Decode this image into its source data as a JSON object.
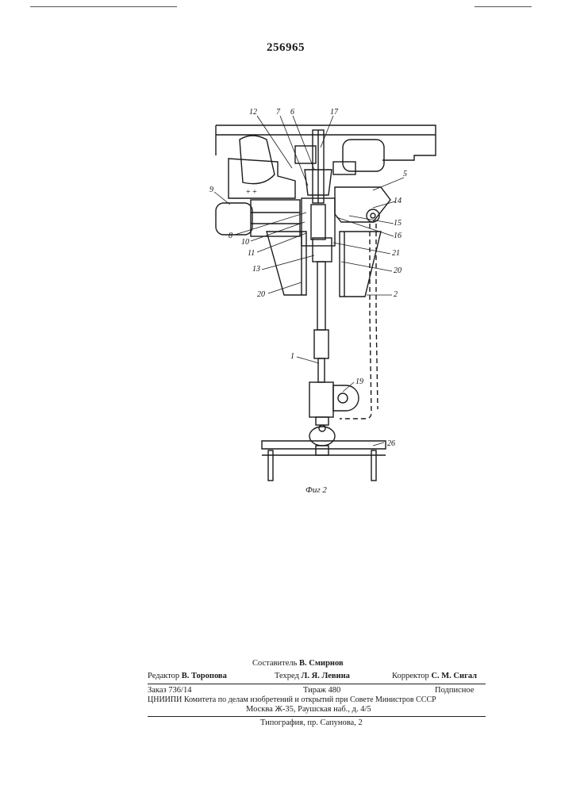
{
  "header": {
    "patent_number": "256965"
  },
  "figure": {
    "caption": "Фиг 2",
    "labels": {
      "l1": "1",
      "l2": "2",
      "l5": "5",
      "l6": "6",
      "l7": "7",
      "l8": "8",
      "l9": "9",
      "l10": "10",
      "l11": "11",
      "l12": "12",
      "l13": "13",
      "l14": "14",
      "l15": "15",
      "l16": "16",
      "l17": "17",
      "l19": "19",
      "l20a": "20",
      "l20b": "20",
      "l21": "21",
      "l26": "26"
    }
  },
  "imprint": {
    "compiler_role": "Составитель",
    "compiler_name": "В. Смирнов",
    "editor_role": "Редактор",
    "editor_name": "В. Торопова",
    "techred_role": "Техред",
    "techred_name": "Л. Я. Левина",
    "corrector_role": "Корректор",
    "corrector_name": "С. М. Сигал",
    "order": "Заказ 736/14",
    "circulation": "Тираж 480",
    "subscription": "Подписное",
    "org_line": "ЦНИИПИ Комитета по делам изобретений и открытий при Совете Министров СССР",
    "address": "Москва Ж-35, Раушская наб., д. 4/5",
    "printing_house": "Типография, пр. Сапунова, 2"
  }
}
